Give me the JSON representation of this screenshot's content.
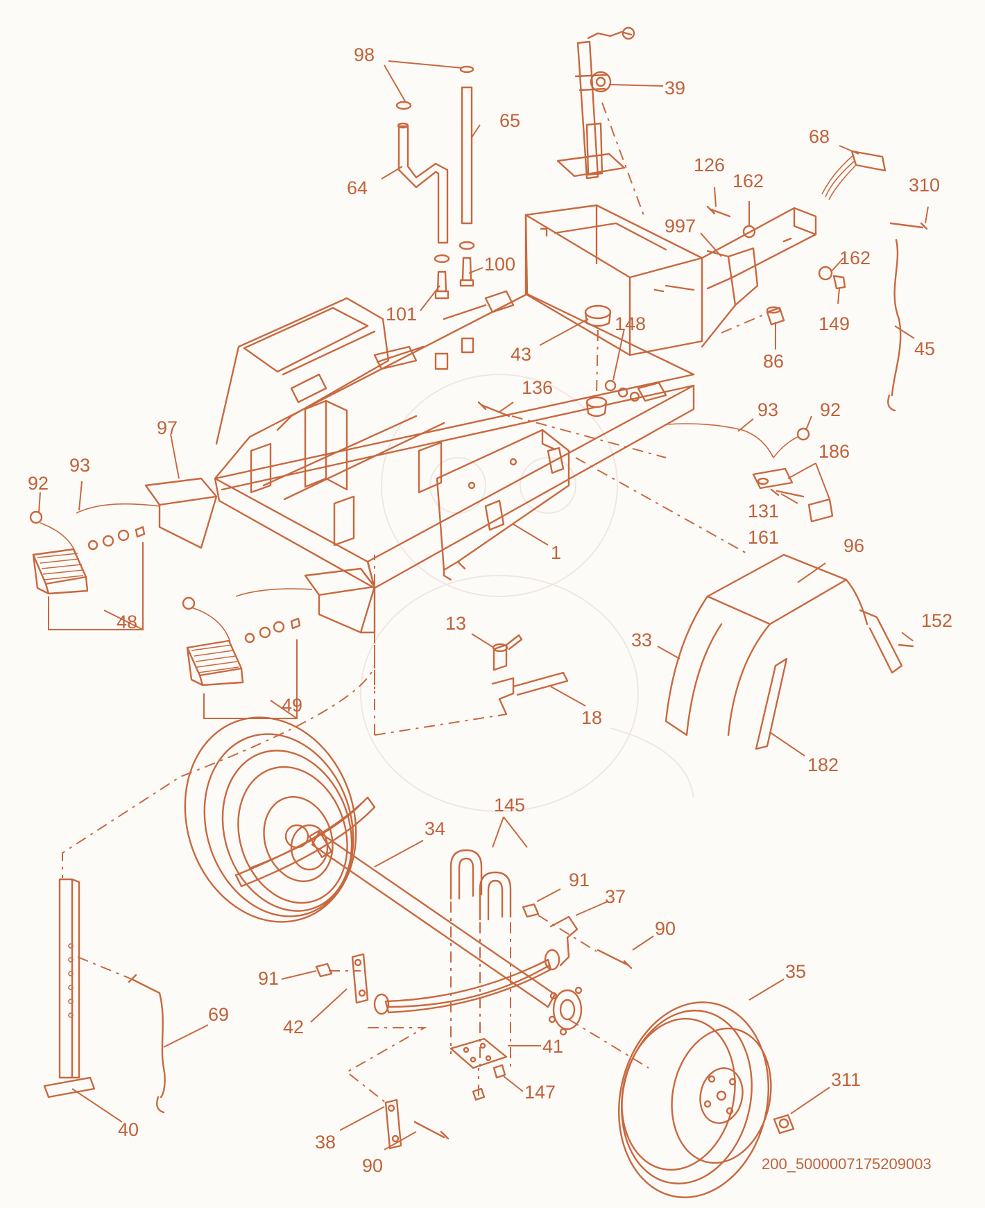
{
  "colors": {
    "line": "#c8683f",
    "text": "#c0623a",
    "background": "#fdfbf8"
  },
  "callouts": [
    {
      "id": "98",
      "label": "98"
    },
    {
      "id": "65",
      "label": "65"
    },
    {
      "id": "39",
      "label": "39"
    },
    {
      "id": "68",
      "label": "68"
    },
    {
      "id": "64",
      "label": "64"
    },
    {
      "id": "126",
      "label": "126"
    },
    {
      "id": "162a",
      "label": "162"
    },
    {
      "id": "310",
      "label": "310"
    },
    {
      "id": "997",
      "label": "997"
    },
    {
      "id": "162b",
      "label": "162"
    },
    {
      "id": "100",
      "label": "100"
    },
    {
      "id": "101",
      "label": "101"
    },
    {
      "id": "149",
      "label": "149"
    },
    {
      "id": "148",
      "label": "148"
    },
    {
      "id": "43",
      "label": "43"
    },
    {
      "id": "45",
      "label": "45"
    },
    {
      "id": "86",
      "label": "86"
    },
    {
      "id": "136",
      "label": "136"
    },
    {
      "id": "93a",
      "label": "93"
    },
    {
      "id": "92a",
      "label": "92"
    },
    {
      "id": "97",
      "label": "97"
    },
    {
      "id": "186",
      "label": "186"
    },
    {
      "id": "93b",
      "label": "93"
    },
    {
      "id": "92b",
      "label": "92"
    },
    {
      "id": "131",
      "label": "131"
    },
    {
      "id": "161",
      "label": "161"
    },
    {
      "id": "96",
      "label": "96"
    },
    {
      "id": "1",
      "label": "1"
    },
    {
      "id": "48",
      "label": "48"
    },
    {
      "id": "13",
      "label": "13"
    },
    {
      "id": "152",
      "label": "152"
    },
    {
      "id": "33",
      "label": "33"
    },
    {
      "id": "49",
      "label": "49"
    },
    {
      "id": "18",
      "label": "18"
    },
    {
      "id": "182",
      "label": "182"
    },
    {
      "id": "145",
      "label": "145"
    },
    {
      "id": "34",
      "label": "34"
    },
    {
      "id": "91a",
      "label": "91"
    },
    {
      "id": "37",
      "label": "37"
    },
    {
      "id": "90a",
      "label": "90"
    },
    {
      "id": "35",
      "label": "35"
    },
    {
      "id": "91b",
      "label": "91"
    },
    {
      "id": "69",
      "label": "69"
    },
    {
      "id": "42",
      "label": "42"
    },
    {
      "id": "41",
      "label": "41"
    },
    {
      "id": "311",
      "label": "311"
    },
    {
      "id": "147",
      "label": "147"
    },
    {
      "id": "40",
      "label": "40"
    },
    {
      "id": "38",
      "label": "38"
    },
    {
      "id": "90b",
      "label": "90"
    }
  ],
  "drawing_code": "200_5000007175209003"
}
